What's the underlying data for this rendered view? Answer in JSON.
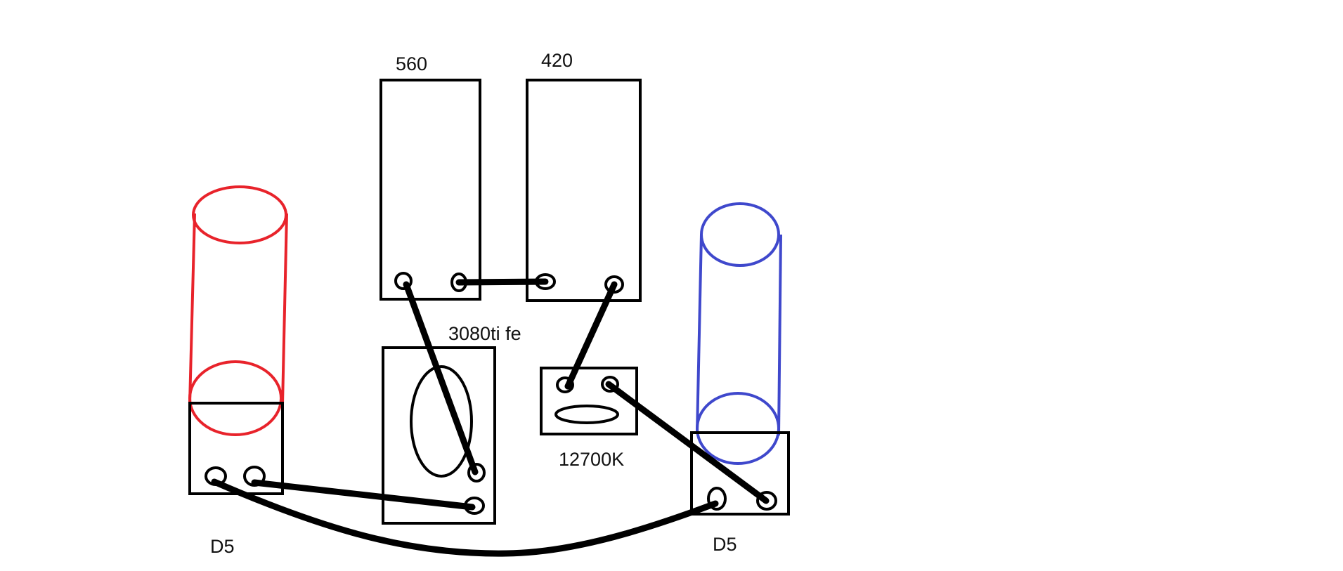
{
  "labels": {
    "radiator_560": "560",
    "radiator_420": "420",
    "gpu": "3080ti fe",
    "cpu": "12700K",
    "pump_left": "D5",
    "pump_right": "D5"
  },
  "colors": {
    "line": "#000000",
    "reservoir_left": "#e8232b",
    "reservoir_right": "#3f48cc"
  }
}
